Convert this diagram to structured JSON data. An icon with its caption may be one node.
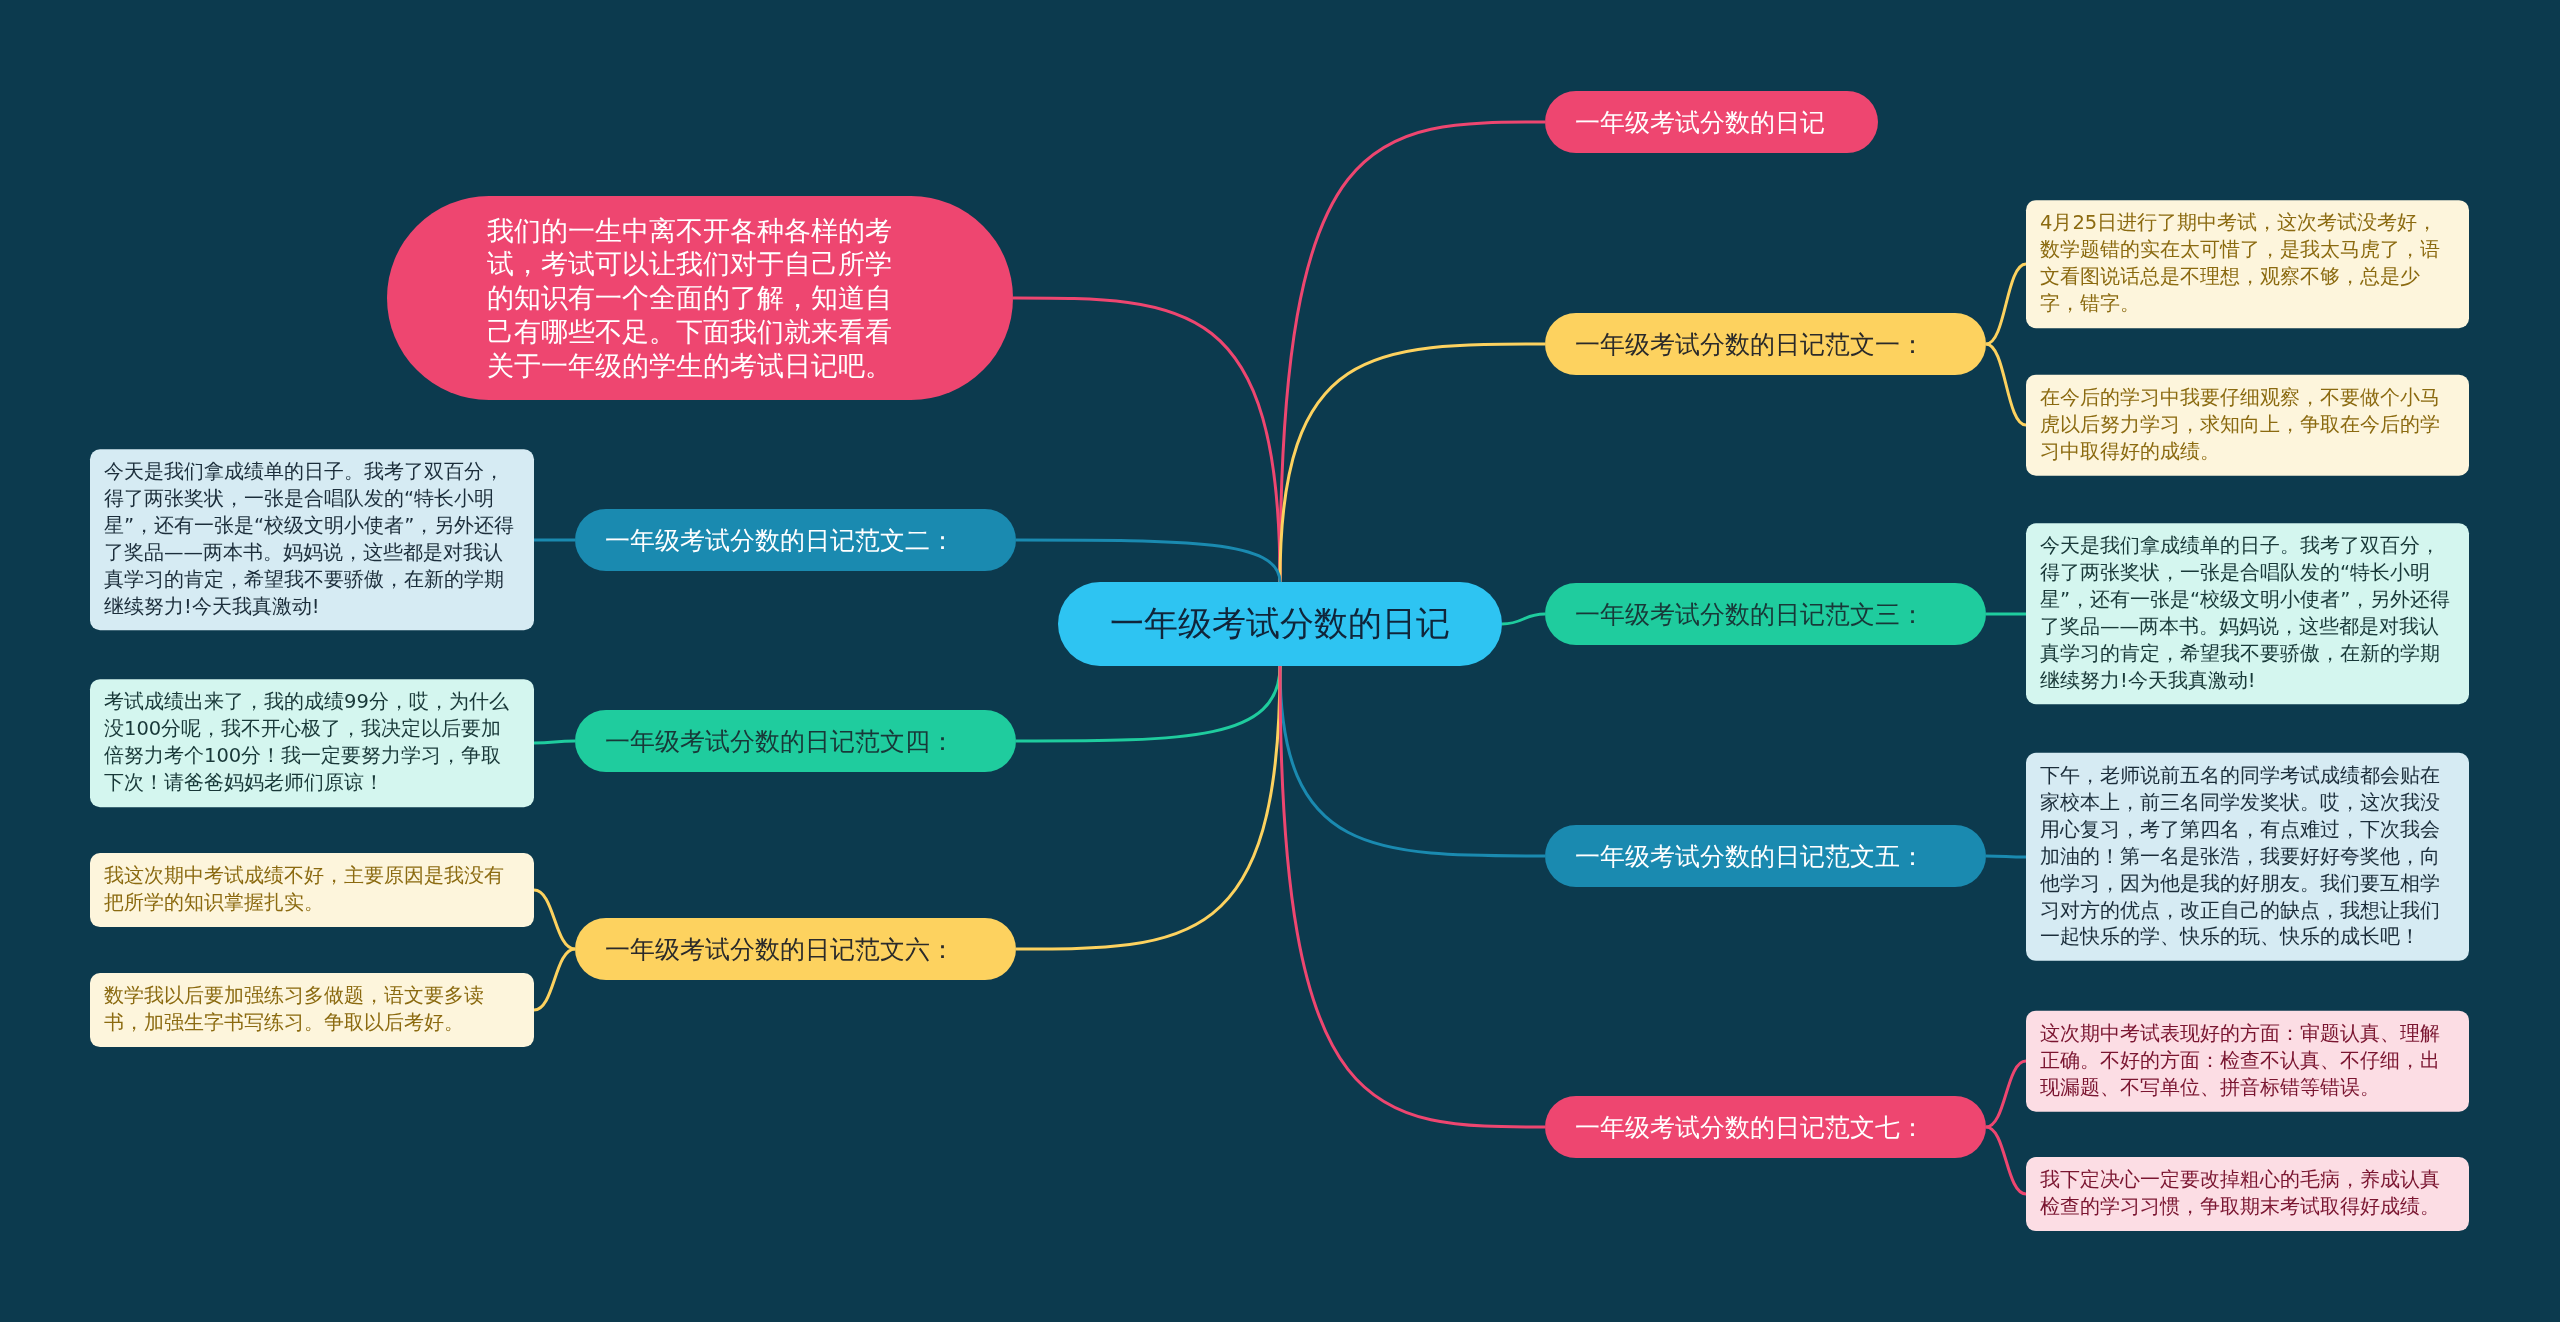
{
  "diagram": {
    "nodes": [
      {
        "text": [
          "一年级考试分数的日记"
        ]
      },
      {
        "text": [
          "我们的一生中离不开各种各样的考试，考试可以让我们对于自己所学的知识有一个全面的了解，知道自己有哪些不足。下面我们就来看看关于一年级的学生的考试日记吧。"
        ]
      },
      {
        "text": [
          "一年级考试分数的日记"
        ]
      },
      {
        "text": [
          "一年级考试分数的日记范文一："
        ]
      },
      {
        "text": [
          "4月25日进行了期中考试，这次考试没考好，数学题错的实在太可惜了，是我太马虎了，语文看图说话总是不理想，观察不够，总是少字，错字。"
        ]
      },
      {
        "text": [
          "在今后的学习中我要仔细观察，不要做个小马虎以后努力学习，求知向上，争取在今后的学习中取得好的成绩。"
        ]
      },
      {
        "text": [
          "一年级考试分数的日记范文二："
        ]
      },
      {
        "text": [
          "今天是我们拿成绩单的日子。我考了双百分，得了两张奖状，一张是合唱队发的“特长小明星”，还有一张是“校级文明小使者”，另外还得了奖品——两本书。妈妈说，这些都是对我认真学习的肯定，希望我不要骄傲，在新的学期继续努力!今天我真激动!"
        ]
      },
      {
        "text": [
          "一年级考试分数的日记范文三："
        ]
      },
      {
        "text": [
          "今天是我们拿成绩单的日子。我考了双百分，得了两张奖状，一张是合唱队发的“特长小明星”，还有一张是“校级文明小使者”，另外还得了奖品——两本书。妈妈说，这些都是对我认真学习的肯定，希望我不要骄傲，在新的学期继续努力!今天我真激动!"
        ]
      },
      {
        "text": [
          "一年级考试分数的日记范文四："
        ]
      },
      {
        "text": [
          "考试成绩出来了，我的成绩99分，哎，为什么没100分呢，我不开心极了，我决定以后要加倍努力考个100分！我一定要努力学习，争取下次！请爸爸妈妈老师们原谅！"
        ]
      },
      {
        "text": [
          "一年级考试分数的日记范文五："
        ]
      },
      {
        "text": [
          "下午，老师说前五名的同学考试成绩都会贴在家校本上，前三名同学发奖状。哎，这次我没用心复习，考了第四名，有点难过，下次我会加油的！第一名是张浩，我要好好夸奖他，向他学习，因为他是我的好朋友。我们要互相学习对方的优点，改正自己的缺点，我想让我们一起快乐的学、快乐的玩、快乐的成长吧！"
        ]
      },
      {
        "text": [
          "一年级考试分数的日记范文六："
        ]
      },
      {
        "text": [
          "我这次期中考试成绩不好，主要原因是我没有把所学的知识掌握扎实。"
        ]
      },
      {
        "text": [
          "数学我以后要加强练习多做题，语文要多读书，加强生字书写练习。争取以后考好。"
        ]
      },
      {
        "text": [
          "一年级考试分数的日记范文七："
        ]
      },
      {
        "text": [
          "这次期中考试表现好的方面：审题认真、理解正确。不好的方面：检查不认真、不仔细，出现漏题、不写单位、拼音标错等错误。"
        ]
      },
      {
        "text": [
          "我下定决心一定要改掉粗心的毛病，养成认真检查的学习习惯，争取期末考试取得好成绩。"
        ]
      }
    ],
    "edges": [
      {
        "from": 0,
        "to": 1,
        "arrow": "none",
        "color": "#ee4670"
      },
      {
        "from": 0,
        "to": 2,
        "arrow": "none",
        "color": "#ee4670"
      },
      {
        "from": 0,
        "to": 3,
        "arrow": "none",
        "color": "#fdd25f"
      },
      {
        "from": 3,
        "to": 4,
        "arrow": "none",
        "color": "#fdd25f"
      },
      {
        "from": 3,
        "to": 5,
        "arrow": "none",
        "color": "#fdd25f"
      },
      {
        "from": 0,
        "to": 6,
        "arrow": "none",
        "color": "#1a8ab0"
      },
      {
        "from": 6,
        "to": 7,
        "arrow": "none",
        "color": "#1a8ab0"
      },
      {
        "from": 0,
        "to": 8,
        "arrow": "none",
        "color": "#1fcc9e"
      },
      {
        "from": 8,
        "to": 9,
        "arrow": "none",
        "color": "#1fcc9e"
      },
      {
        "from": 0,
        "to": 10,
        "arrow": "none",
        "color": "#1fcc9e"
      },
      {
        "from": 10,
        "to": 11,
        "arrow": "none",
        "color": "#1fcc9e"
      },
      {
        "from": 0,
        "to": 12,
        "arrow": "none",
        "color": "#1a8ab0"
      },
      {
        "from": 12,
        "to": 13,
        "arrow": "none",
        "color": "#1a8ab0"
      },
      {
        "from": 0,
        "to": 14,
        "arrow": "none",
        "color": "#fdd25f"
      },
      {
        "from": 14,
        "to": 15,
        "arrow": "none",
        "color": "#fdd25f"
      },
      {
        "from": 14,
        "to": 16,
        "arrow": "none",
        "color": "#fdd25f"
      },
      {
        "from": 0,
        "to": 17,
        "arrow": "none",
        "color": "#ee4670"
      },
      {
        "from": 17,
        "to": 18,
        "arrow": "none",
        "color": "#ee4670"
      },
      {
        "from": 17,
        "to": 19,
        "arrow": "none",
        "color": "#ee4670"
      }
    ]
  }
}
